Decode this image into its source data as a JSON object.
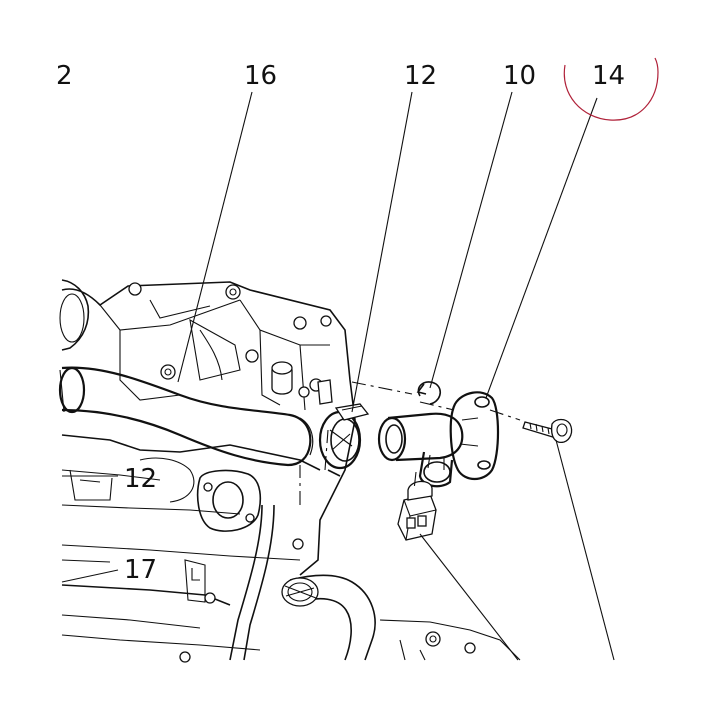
{
  "figure_number": "2",
  "callouts": [
    {
      "id": "c16",
      "text": "16"
    },
    {
      "id": "c12a",
      "text": "12"
    },
    {
      "id": "c10",
      "text": "10"
    },
    {
      "id": "c14",
      "text": "14"
    },
    {
      "id": "c12b",
      "text": "12"
    },
    {
      "id": "c17",
      "text": "17"
    }
  ],
  "highlight_color": "#b0223a",
  "line_color": "#111111"
}
